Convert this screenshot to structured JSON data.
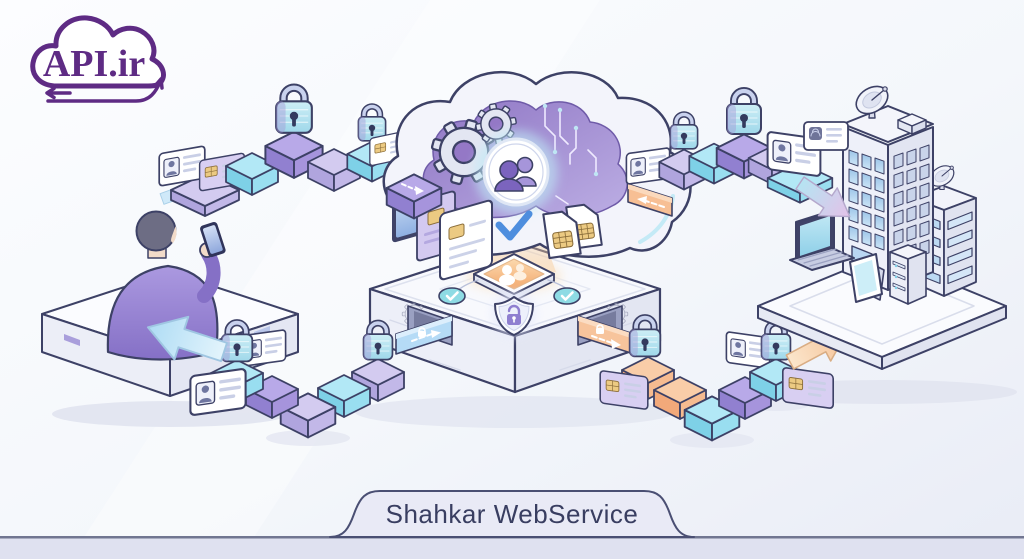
{
  "logo": {
    "text": "API.ir"
  },
  "caption": {
    "text": "Shahkar WebService"
  },
  "icons": {
    "api-cloud-logo": "cloud outline",
    "transfer-arrows": "⇆",
    "padlock": "🔒 locked padlock",
    "sim-card": "SIM card with gold chip",
    "id-card": "ID card with photo and text lines",
    "chip-card": "card with gold contact chip",
    "fingerprint-card": "card with fingerprint badge",
    "gear": "⚙",
    "users-badge": "two-person silhouette badge",
    "checkmark": "✓",
    "shield-lock": "shield with padlock",
    "satellite-dish": "📡 satellite dish",
    "office-tower": "high-rise telecom building",
    "server-rack": "server rack",
    "laptop": "laptop computer",
    "tablet": "tablet with stand",
    "smartphone": "smartphone",
    "person": "person holding phone",
    "flow-arrow": "➜ data-flow arrow"
  },
  "colors": {
    "outline": "#3d4166",
    "background_top": "#fcfdff",
    "background_bottom": "#edf0f8",
    "bottom_band": "#dfe1f0",
    "logo_purple": "#5e2b84",
    "caption_bg": "#e9eaf6",
    "caption_ink": "#393e61",
    "cloud_purple": "#9177c5",
    "cloud_shell": "#f3f4fb",
    "block_cyan": "#b2e8f6",
    "block_purple": "#b8a9e8",
    "block_lavender": "#d3cbf0",
    "block_orange": "#f9cda8",
    "ribbon_blue": "#b5dbf6",
    "ribbon_orange": "#f7c49c",
    "arrow_blue": "#bfe3f7",
    "arrow_peach": "#f8d2ad",
    "check_blue": "#4e8ede",
    "chip_gold": "#ecca82",
    "window_blue": "#aecfee",
    "shield_lock_purple": "#8f7fd0",
    "shirt_purple": "#9d8bd4",
    "screen_cyan": "#bfe7f4"
  }
}
